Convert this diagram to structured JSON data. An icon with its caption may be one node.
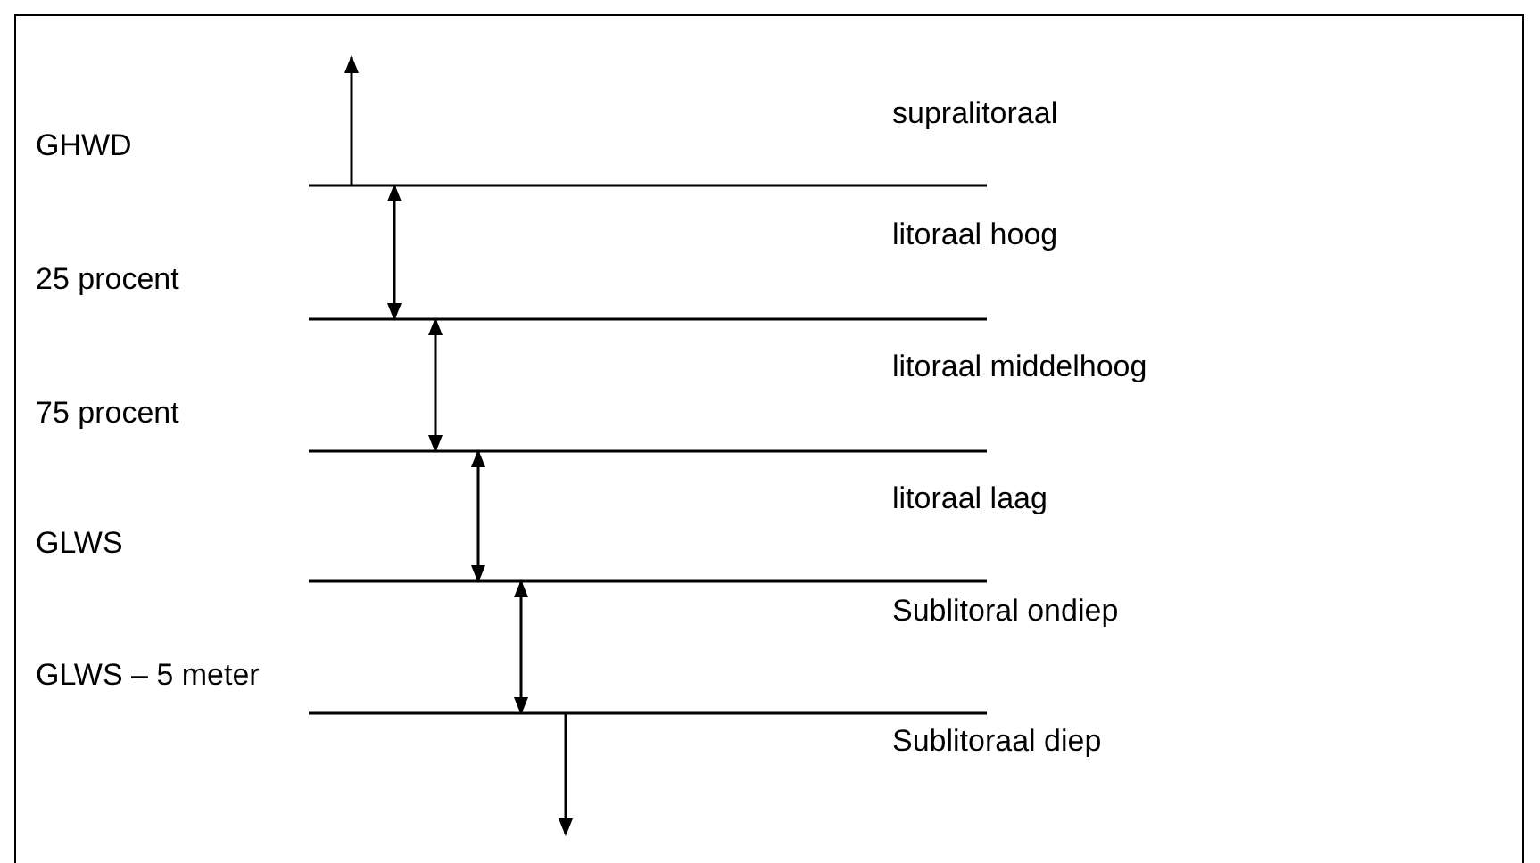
{
  "diagram": {
    "labels": [
      "supralitoraal",
      "GHWD",
      "litoraal hoog",
      "25 procent",
      "litoraal middelhoog",
      "75 procent",
      "litoraal laag",
      "GLWS",
      "Sublitoral ondiep",
      "GLWS – 5 meter",
      "Sublitoraal diep"
    ]
  }
}
